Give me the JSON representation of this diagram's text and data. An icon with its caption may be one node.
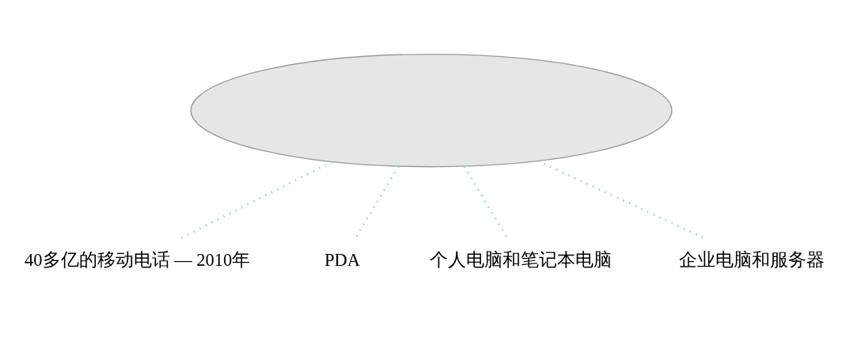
{
  "diagram": {
    "nodes": [
      {
        "text": [],
        "shape": "cloud"
      },
      {
        "text": [
          "40多亿的移动电话 — 2010年"
        ]
      },
      {
        "text": [
          "PDA"
        ]
      },
      {
        "text": [
          "个人电脑和笔记本电脑"
        ]
      },
      {
        "text": [
          "企业电脑和服务器"
        ]
      }
    ],
    "edges": [
      {
        "from": 0,
        "to": 1,
        "arrow": "none",
        "style": "dashed"
      },
      {
        "from": 0,
        "to": 2,
        "arrow": "none",
        "style": "dashed"
      },
      {
        "from": 0,
        "to": 3,
        "arrow": "none",
        "style": "dashed"
      },
      {
        "from": 0,
        "to": 4,
        "arrow": "none",
        "style": "dashed"
      }
    ]
  }
}
